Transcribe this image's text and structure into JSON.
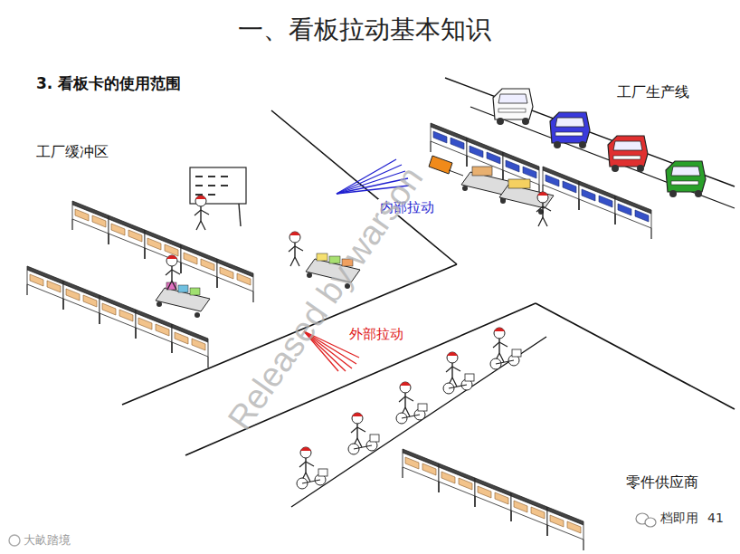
{
  "diagram": {
    "title": "一、看板拉动基本知识",
    "labels": [
      "3. 看板卡的使用范围",
      "工厂缓冲区",
      "工厂生产线",
      "内部拉动",
      "外部拉动",
      "零件供应商",
      "Released by warson",
      "41",
      "档即用",
      "大畝踏境"
    ]
  }
}
